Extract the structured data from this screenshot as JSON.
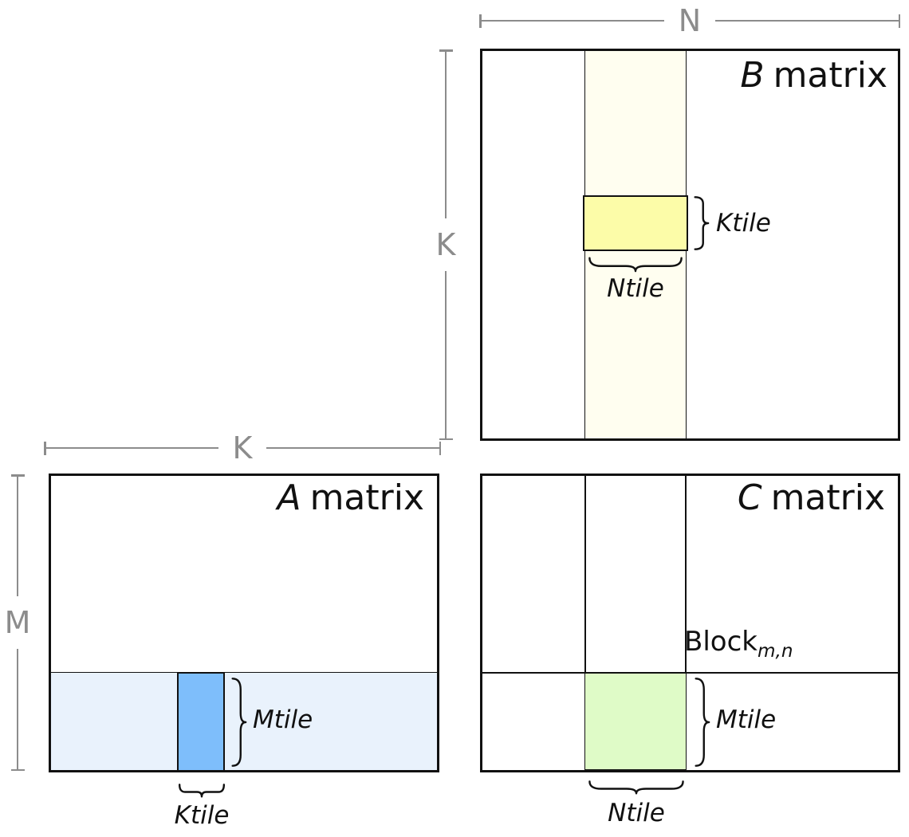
{
  "dimensions": {
    "b_width_label": "N",
    "b_height_label": "K",
    "a_width_label": "K",
    "a_height_label": "M"
  },
  "b_matrix": {
    "title_letter": "B",
    "title_word": "matrix",
    "ktile_label": "Ktile",
    "ntile_label": "Ntile"
  },
  "a_matrix": {
    "title_letter": "A",
    "title_word": "matrix",
    "mtile_label": "Mtile",
    "ktile_label": "Ktile"
  },
  "c_matrix": {
    "title_letter": "C",
    "title_word": "matrix",
    "block_label": "Block",
    "block_subscript": "m,n",
    "mtile_label": "Mtile",
    "ntile_label": "Ntile"
  },
  "colors": {
    "b_strip_fill": "#FFFEF0",
    "b_ktile_fill": "#FCFCA8",
    "a_strip_fill": "#E9F2FC",
    "a_mtile_fill": "#7EBEFB",
    "c_block_fill": "#DFFBC7",
    "dimension_line": "#8C8C8C",
    "outline": "#111111"
  }
}
